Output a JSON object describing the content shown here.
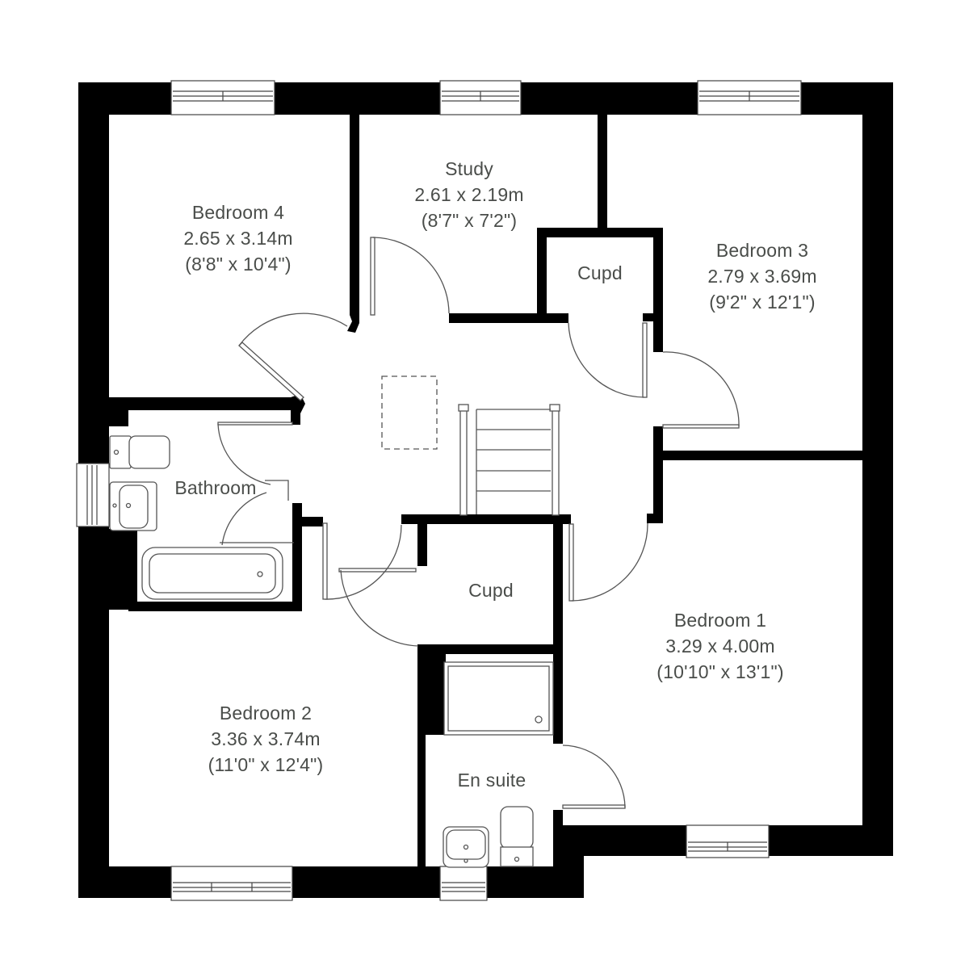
{
  "plan": {
    "colors": {
      "wall": "#000000",
      "background": "#ffffff",
      "text": "#4a4d4a",
      "fixture_line": "#555555"
    },
    "rooms": [
      {
        "id": "bedroom-4",
        "name": "Bedroom 4",
        "metric": "2.65 x 3.14m",
        "imperial": "(8'8\" x 10'4\")"
      },
      {
        "id": "study",
        "name": "Study",
        "metric": "2.61 x 2.19m",
        "imperial": "(8'7\" x 7'2\")"
      },
      {
        "id": "bedroom-3",
        "name": "Bedroom 3",
        "metric": "2.79 x 3.69m",
        "imperial": "(9'2\" x 12'1\")"
      },
      {
        "id": "cupd-upper",
        "name": "Cupd"
      },
      {
        "id": "bathroom",
        "name": "Bathroom"
      },
      {
        "id": "cupd-lower",
        "name": "Cupd"
      },
      {
        "id": "bedroom-1",
        "name": "Bedroom 1",
        "metric": "3.29 x 4.00m",
        "imperial": "(10'10\" x 13'1\")"
      },
      {
        "id": "bedroom-2",
        "name": "Bedroom 2",
        "metric": "3.36 x 3.74m",
        "imperial": "(11'0\" x 12'4\")"
      },
      {
        "id": "en-suite",
        "name": "En suite"
      }
    ]
  }
}
